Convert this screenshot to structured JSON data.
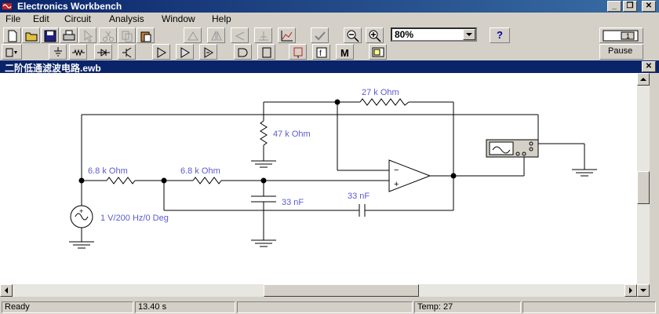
{
  "window": {
    "title": "Electronics Workbench"
  },
  "menu": {
    "items": [
      {
        "label": "File"
      },
      {
        "label": "Edit"
      },
      {
        "label": "Circuit"
      },
      {
        "label": "Analysis"
      },
      {
        "label": "Window"
      },
      {
        "label": "Help"
      }
    ]
  },
  "toolbar": {
    "zoom_value": "80%",
    "help_label": "?",
    "pause_label": "Pause"
  },
  "document": {
    "title": "二阶低通滤波电路.ewb"
  },
  "circuit": {
    "r_feedback": "27 k Ohm",
    "r_bias": "47 k Ohm",
    "r_input1": "6.8 k Ohm",
    "r_input2": "6.8 k Ohm",
    "c_ground": "33 nF",
    "c_feedback": "33 nF",
    "source": "1 V/200 Hz/0 Deg"
  },
  "status": {
    "state": "Ready",
    "time": "13.40 s",
    "temp": "Temp:  27"
  }
}
